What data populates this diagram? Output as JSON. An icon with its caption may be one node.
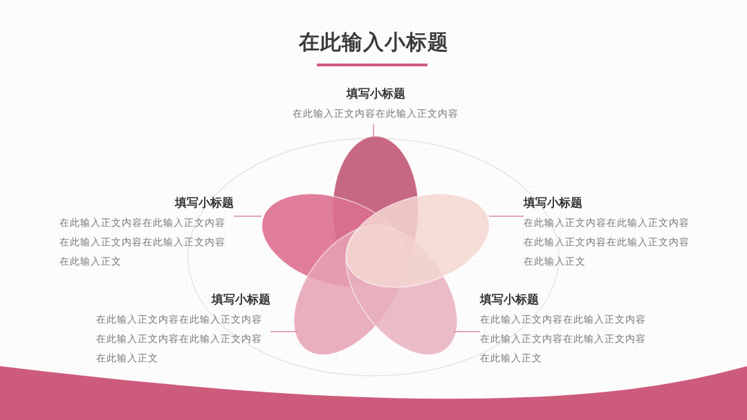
{
  "diagram": {
    "title": "在此输入小标题",
    "nodes": [
      {
        "text": [
          "填写小标题",
          "在此输入正文内容在此输入正文内容"
        ]
      },
      {
        "text": [
          "填写小标题",
          "在此输入正文内容在此输入正文内容在此输入正文内容在此输入正文内容在此输入正文"
        ]
      },
      {
        "text": [
          "填写小标题",
          "在此输入正文内容在此输入正文内容在此输入正文内容在此输入正文内容在此输入正文"
        ]
      },
      {
        "text": [
          "填写小标题",
          "在此输入正文内容在此输入正文内容在此输入正文内容在此输入正文内容在此输入正文"
        ]
      },
      {
        "text": [
          "填写小标题",
          "在此输入正文内容在此输入正文内容在此输入正文内容在此输入正文内容在此输入正文"
        ]
      }
    ],
    "edges": [
      {
        "from": 0,
        "to": null,
        "arrow": "none"
      },
      {
        "from": 1,
        "to": null,
        "arrow": "none"
      },
      {
        "from": 2,
        "to": null,
        "arrow": "none"
      },
      {
        "from": 3,
        "to": null,
        "arrow": "none"
      },
      {
        "from": 4,
        "to": null,
        "arrow": "none"
      }
    ]
  }
}
